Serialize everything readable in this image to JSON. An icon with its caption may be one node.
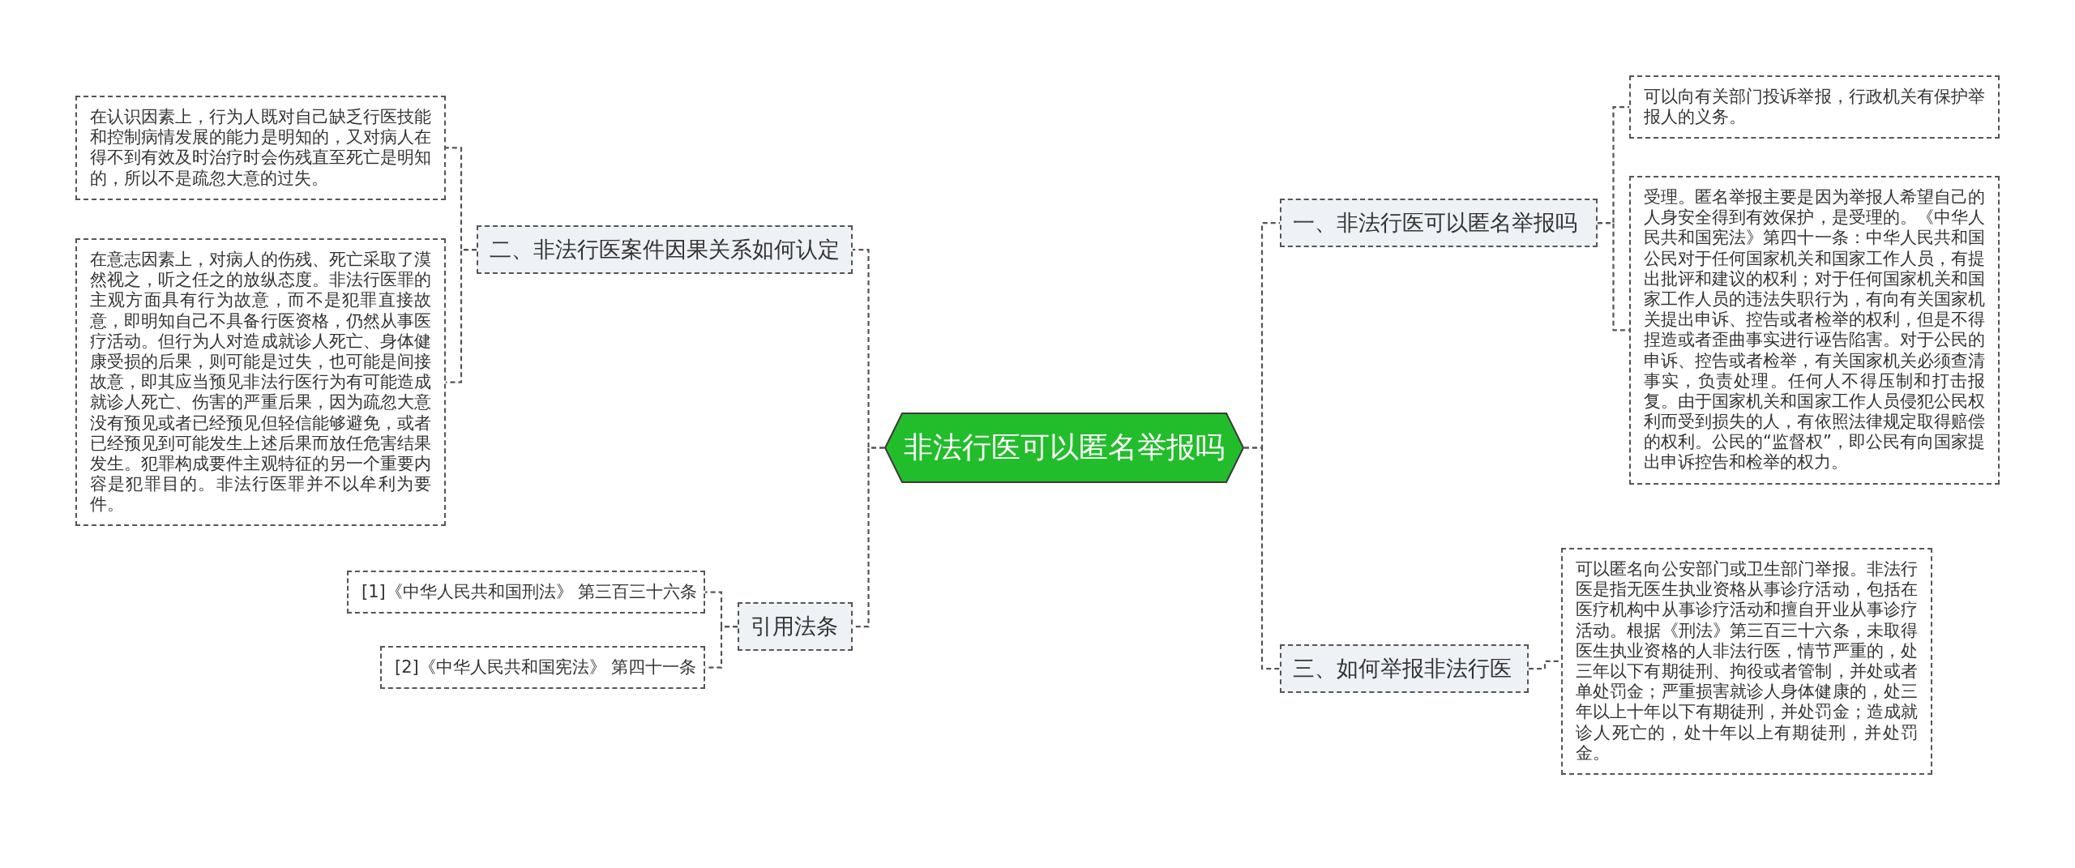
{
  "diagram": {
    "nodes": [
      {
        "text": [
          "非法行医可以匿名举报吗"
        ]
      },
      {
        "text": [
          "一、非法行医可以匿名举报吗"
        ]
      },
      {
        "text": [
          "可以向有关部门投诉举报，行政机关有保护举报人的义务。"
        ]
      },
      {
        "text": [
          "受理。匿名举报主要是因为举报人希望自己的人身安全得到有效保护，是受理的。《中华人民共和国宪法》第四十一条：中华人民共和国公民对于任何国家机关和国家工作人员，有提出批评和建议的权利；对于任何国家机关和国家工作人员的违法失职行为，有向有关国家机关提出申诉、控告或者检举的权利，但是不得捏造或者歪曲事实进行诬告陷害。对于公民的申诉、控告或者检举，有关国家机关必须查清事实，负责处理。任何人不得压制和打击报复。由于国家机关和国家工作人员侵犯公民权利而受到损失的人，有依照法律规定取得赔偿的权利。公民的“监督权”，即公民有向国家提出申诉控告和检举的权力。"
        ]
      },
      {
        "text": [
          "二、非法行医案件因果关系如何认定"
        ]
      },
      {
        "text": [
          "在认识因素上，行为人既对自己缺乏行医技能和控制病情发展的能力是明知的，又对病人在得不到有效及时治疗时会伤残直至死亡是明知的，所以不是疏忽大意的过失。"
        ]
      },
      {
        "text": [
          "在意志因素上，对病人的伤残、死亡采取了漠然视之，听之任之的放纵态度。非法行医罪的主观方面具有行为故意，而不是犯罪直接故意，即明知自己不具备行医资格，仍然从事医疗活动。但行为人对造成就诊人死亡、身体健康受损的后果，则可能是过失，也可能是间接故意，即其应当预见非法行医行为有可能造成就诊人死亡、伤害的严重后果，因为疏忽大意没有预见或者已经预见但轻信能够避免，或者已经预见到可能发生上述后果而放任危害结果发生。犯罪构成要件主观特征的另一个重要内容是犯罪目的。非法行医罪并不以牟利为要件。"
        ]
      },
      {
        "text": [
          "三、如何举报非法行医"
        ]
      },
      {
        "text": [
          "可以匿名向公安部门或卫生部门举报。非法行医是指无医生执业资格从事诊疗活动，包括在医疗机构中从事诊疗活动和擅自开业从事诊疗活动。根据《刑法》第三百三十六条，未取得医生执业资格的人非法行医，情节严重的，处三年以下有期徒刑、拘役或者管制，并处或者单处罚金；严重损害就诊人身体健康的，处三年以上十年以下有期徒刑，并处罚金；造成就诊人死亡的，处十年以上有期徒刑，并处罚金。"
        ]
      },
      {
        "text": [
          "引用法条"
        ]
      },
      {
        "text": [
          "[1]《中华人民共和国刑法》 第三百三十六条"
        ]
      },
      {
        "text": [
          "[2]《中华人民共和国宪法》 第四十一条"
        ]
      }
    ],
    "edges": [
      {
        "from": 0,
        "to": 1,
        "arrow": "none"
      },
      {
        "from": 1,
        "to": 2,
        "arrow": "none"
      },
      {
        "from": 1,
        "to": 3,
        "arrow": "none"
      },
      {
        "from": 0,
        "to": 4,
        "arrow": "none"
      },
      {
        "from": 4,
        "to": 5,
        "arrow": "none"
      },
      {
        "from": 4,
        "to": 6,
        "arrow": "none"
      },
      {
        "from": 0,
        "to": 7,
        "arrow": "none"
      },
      {
        "from": 7,
        "to": 8,
        "arrow": "none"
      },
      {
        "from": 0,
        "to": 9,
        "arrow": "none"
      },
      {
        "from": 9,
        "to": 10,
        "arrow": "none"
      },
      {
        "from": 9,
        "to": 11,
        "arrow": "none"
      }
    ]
  }
}
